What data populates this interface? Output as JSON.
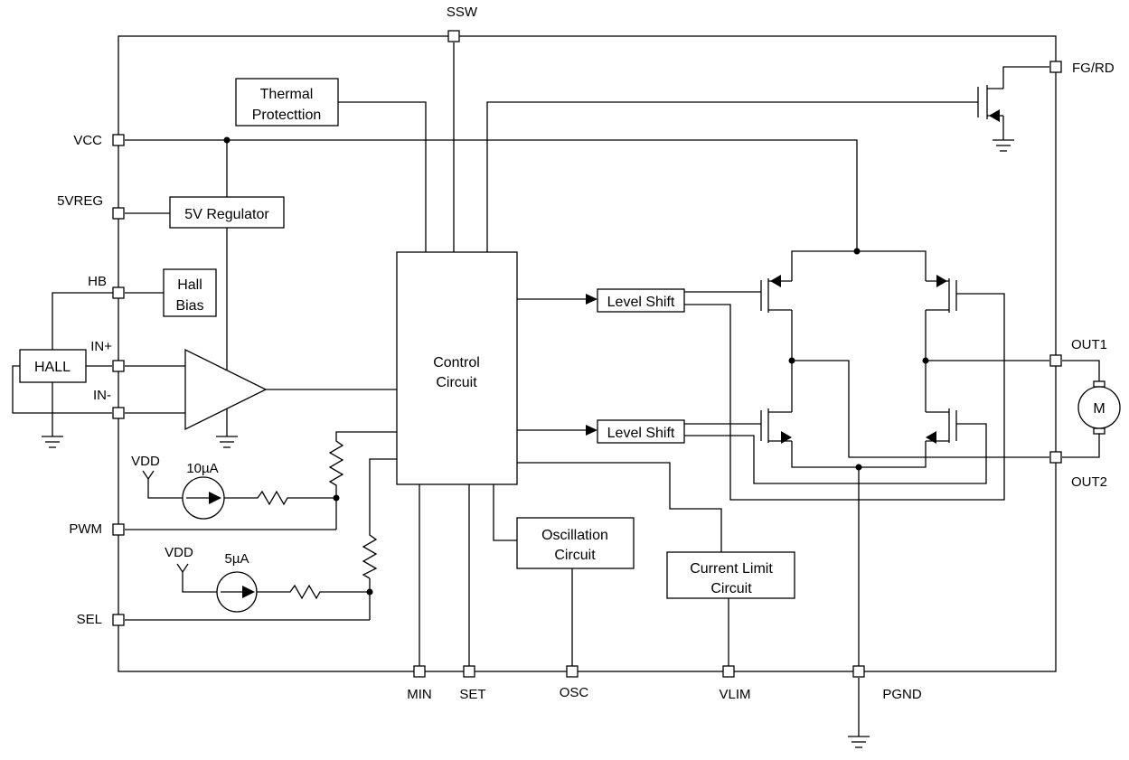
{
  "pins": {
    "ssw": "SSW",
    "fg_rd": "FG/RD",
    "vcc": "VCC",
    "vreg5": "5VREG",
    "hb": "HB",
    "in_plus": "IN+",
    "in_minus": "IN-",
    "pwm": "PWM",
    "sel": "SEL",
    "out1": "OUT1",
    "out2": "OUT2",
    "min": "MIN",
    "set": "SET",
    "osc": "OSC",
    "vlim": "VLIM",
    "pgnd": "PGND"
  },
  "blocks": {
    "thermal_line1": "Thermal",
    "thermal_line2": "Protecttion",
    "regulator": "5V Regulator",
    "hall_bias_line1": "Hall",
    "hall_bias_line2": "Bias",
    "hall": "HALL",
    "control_line1": "Control",
    "control_line2": "Circuit",
    "level_shift_top": "Level Shift",
    "level_shift_bottom": "Level Shift",
    "oscillation_line1": "Oscillation",
    "oscillation_line2": "Circuit",
    "current_limit_line1": "Current Limit",
    "current_limit_line2": "Circuit",
    "motor": "M"
  },
  "sources": {
    "vdd_top": "VDD",
    "current_top": "10µA",
    "vdd_bottom": "VDD",
    "current_bottom": "5µA"
  }
}
